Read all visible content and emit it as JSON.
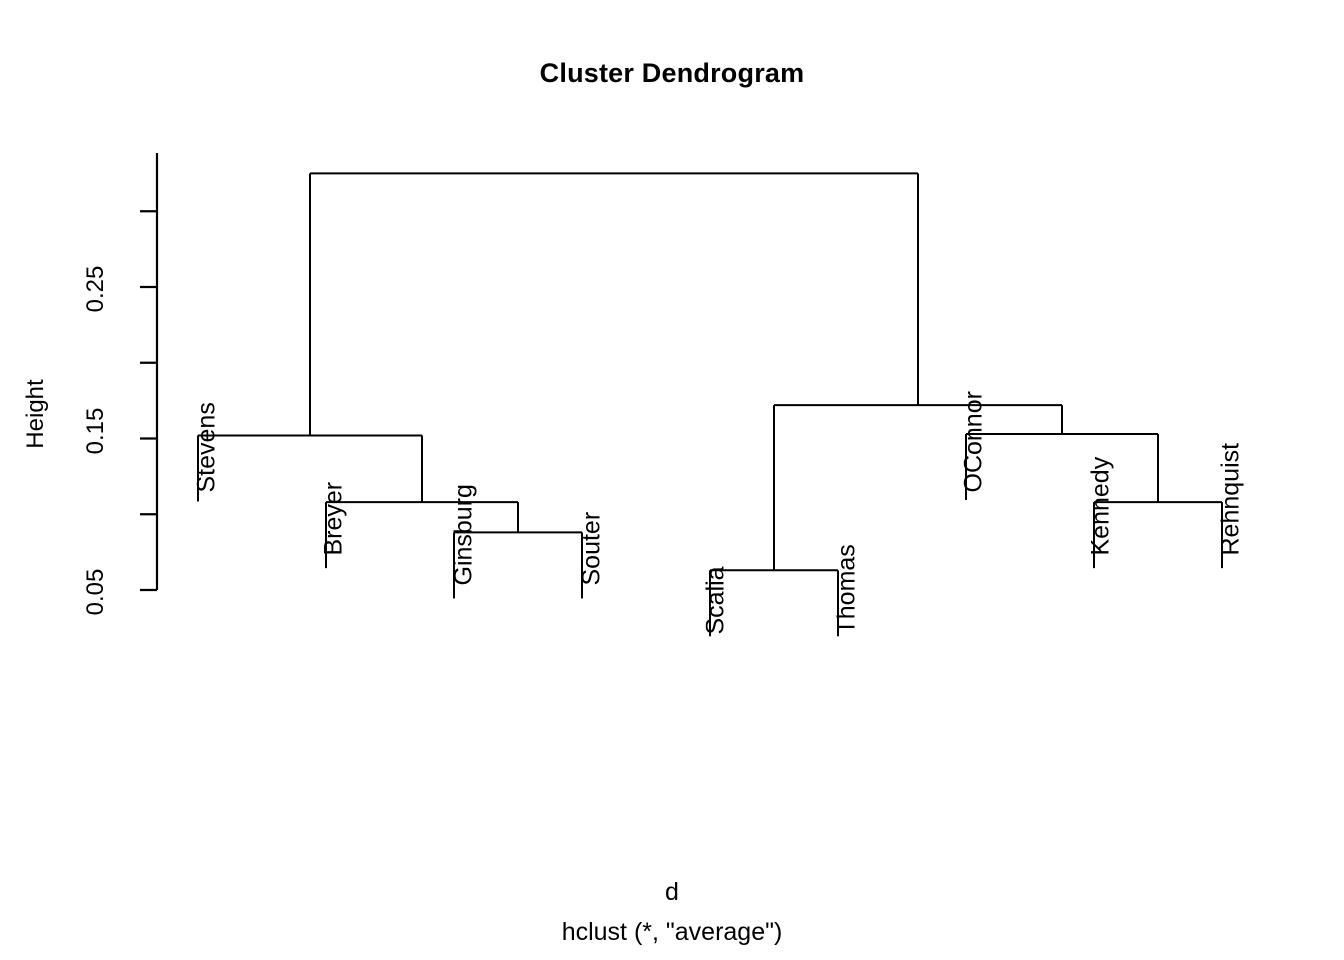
{
  "chart_data": {
    "type": "dendrogram",
    "title": "Cluster Dendrogram",
    "xlabel": "d",
    "sublabel": "hclust (*, \"average\")",
    "ylabel": "Height",
    "ylim": [
      0.045,
      0.33
    ],
    "grid": false,
    "legend": null,
    "axis_ticks": [
      {
        "value": 0.3,
        "label": ""
      },
      {
        "value": 0.25,
        "label": "0.25"
      },
      {
        "value": 0.2,
        "label": ""
      },
      {
        "value": 0.15,
        "label": "0.15"
      },
      {
        "value": 0.1,
        "label": ""
      },
      {
        "value": 0.05,
        "label": "0.05"
      }
    ],
    "tick_labels": [
      "0.25",
      "0.15",
      "0.05"
    ],
    "leaves": [
      {
        "name": "Stevens",
        "order": 1
      },
      {
        "name": "Breyer",
        "order": 2
      },
      {
        "name": "Ginsburg",
        "order": 3
      },
      {
        "name": "Souter",
        "order": 4
      },
      {
        "name": "Scalia",
        "order": 5
      },
      {
        "name": "Thomas",
        "order": 6
      },
      {
        "name": "OConnor",
        "order": 7
      },
      {
        "name": "Kennedy",
        "order": 8
      },
      {
        "name": "Rehnquist",
        "order": 9
      }
    ],
    "merges": [
      {
        "id": "m1",
        "label": "Ginsburg + Souter",
        "height": 0.088,
        "members": [
          "Ginsburg",
          "Souter"
        ]
      },
      {
        "id": "m2",
        "label": "Breyer + (Ginsburg,Souter)",
        "height": 0.108,
        "members": [
          "Breyer",
          "Ginsburg",
          "Souter"
        ]
      },
      {
        "id": "m3",
        "label": "Stevens + (Breyer,Ginsburg,Souter)",
        "height": 0.152,
        "members": [
          "Stevens",
          "Breyer",
          "Ginsburg",
          "Souter"
        ]
      },
      {
        "id": "m4",
        "label": "Scalia + Thomas",
        "height": 0.063,
        "members": [
          "Scalia",
          "Thomas"
        ]
      },
      {
        "id": "m5",
        "label": "Kennedy + Rehnquist",
        "height": 0.108,
        "members": [
          "Kennedy",
          "Rehnquist"
        ]
      },
      {
        "id": "m6",
        "label": "OConnor + (Kennedy,Rehnquist)",
        "height": 0.153,
        "members": [
          "OConnor",
          "Kennedy",
          "Rehnquist"
        ]
      },
      {
        "id": "m7",
        "label": "(Scalia,Thomas) + (OConnor,Kennedy,Rehnquist)",
        "height": 0.172,
        "members": [
          "Scalia",
          "Thomas",
          "OConnor",
          "Kennedy",
          "Rehnquist"
        ]
      },
      {
        "id": "m8",
        "label": "Root",
        "height": 0.325,
        "members": [
          "Stevens",
          "Breyer",
          "Ginsburg",
          "Souter",
          "Scalia",
          "Thomas",
          "OConnor",
          "Kennedy",
          "Rehnquist"
        ]
      }
    ],
    "line_color": "#000000",
    "background": "#ffffff"
  }
}
